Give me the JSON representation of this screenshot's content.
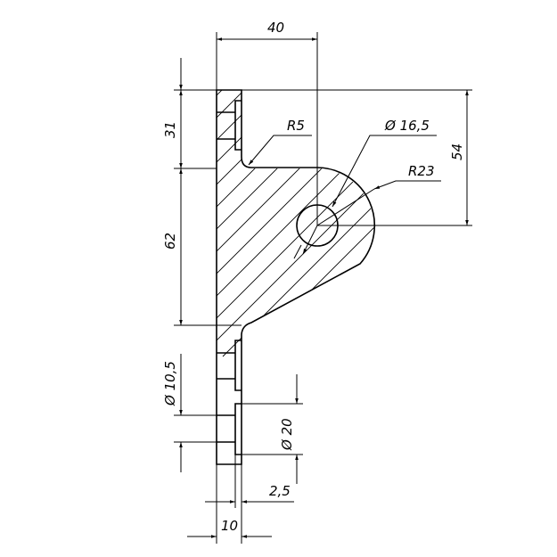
{
  "drawing": {
    "dim_width": "40",
    "dim_height_hole": "54",
    "dim_top": "31",
    "dim_flange": "62",
    "fillet": "R5",
    "hole_dia": "Ø 16,5",
    "outer_radius": "R23",
    "bolt_hole": "Ø 10,5",
    "counterbore": "Ø 20",
    "recess_depth": "2,5",
    "plate_thickness": "10",
    "color": "#000000"
  }
}
